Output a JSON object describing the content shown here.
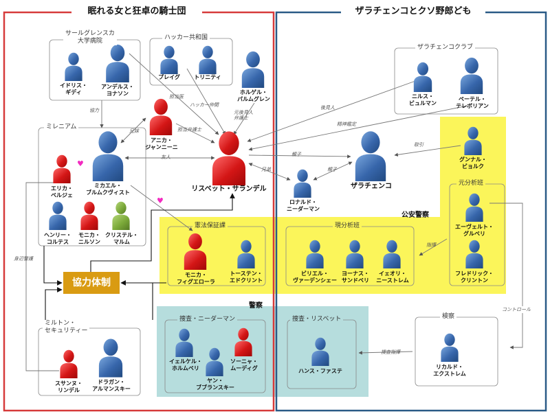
{
  "titles": {
    "left": "眠れる女と狂卓の騎士団",
    "right": "ザラチェンコとクソ野郎ども"
  },
  "sections": {
    "koan": "公安警察",
    "keisatsu": "警察"
  },
  "groups": {
    "saalgrensk": "サールグレンスカ\n大学病院",
    "hacker": "ハッカー共和国",
    "millennium": "ミレニアム",
    "kenpo": "憲法保証課",
    "genbunseki": "現分析班",
    "motobunseki": "元分析班",
    "zalaclub": "ザラチェンコクラブ",
    "milton": "ミルトン・\nセキュリティー",
    "sousa_n": "捜査・ニーダーマン",
    "sousa_l": "捜査・リスベット",
    "kensatsu": "検察"
  },
  "kyoryoku": "協力体制",
  "people": {
    "idris": "イドリス・\nギディ",
    "anders": "アンデルス・\nヨナソン",
    "plague": "プレイグ",
    "trinity": "トリニティ",
    "holger": "ホルゲル・\nパルムグレン",
    "annika": "アニカ・\nジャンニーニ",
    "lisbeth": "リスベット・サランデル",
    "erika": "エリカ・\nベルジェ",
    "mikael": "ミカエル・\nブルムクヴィスト",
    "henry": "ヘンリー・\nコルテス",
    "monika_n": "モニカ・\nニルソン",
    "kristel": "クリステル・\nマルム",
    "ronald": "ロナルド・\nニーダーマン",
    "zalachenko": "ザラチェンコ",
    "nils": "ニルス・\nビュルマン",
    "peter": "ペーテル・\nテレボリアン",
    "gunnar": "グンナル・\nビョルク",
    "monika_f": "モニカ・\nフィグエローラ",
    "torsten": "トーステン・\nエドクリント",
    "birger": "ビリエル・\nヴァーデンシェー",
    "jonas": "ヨーナス・\nサンドベリ",
    "jeori": "イェオリ・\nニーストレム",
    "evert": "エーヴェルト・\nグルベリ",
    "fredrik": "フレドリック・\nクリントン",
    "susanne": "スサンヌ・\nリンデル",
    "dragan": "ドラガン・\nアルマンスキー",
    "jerker": "イェルケル・\nホルムベリ",
    "sonja": "ソーニャ・\nムーディグ",
    "jan": "ヤン・\nブブランスキー",
    "hans": "ハンス・ファステ",
    "ricard": "リカルド・\nエクストレム"
  },
  "edges": {
    "tantoi": "担当医",
    "hacker_nakama": "ハッカー仲間",
    "moto_kouken": "元後見人\n弁護士",
    "tanto_bengoshi": "担当弁護士",
    "kyodai": "兄妹",
    "kyoryoku": "協力",
    "yujin": "友人",
    "kouken": "後見人",
    "seishin": "精神鑑定",
    "oyako1": "親子",
    "kyodai2": "兄弟",
    "oyako2": "親子",
    "torihiki": "取引",
    "shiki": "指揮",
    "shinpen": "身辺警護",
    "sousa_shiki": "捜査指揮",
    "control": "コントロール"
  },
  "colors": {
    "red_frame": "#d63a3a",
    "blue_frame": "#2a5a86",
    "yellow": "#fbf55a",
    "teal": "#b6dddd",
    "blue_person": "#3565a8",
    "red_person": "#d01818",
    "green_person": "#7fae3e",
    "kyoryoku_bg": "#d99b12"
  }
}
